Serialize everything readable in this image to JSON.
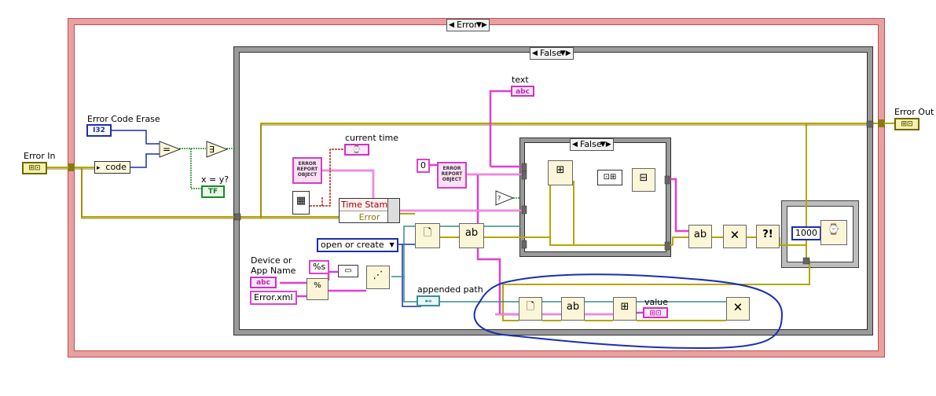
{
  "case_structures": {
    "outer": {
      "selector": "Error"
    },
    "inner": {
      "selector": "False"
    },
    "small": {
      "selector": "False"
    }
  },
  "labels": {
    "error_in": "Error In",
    "error_out": "Error Out",
    "error_code_erase": "Error Code Erase",
    "x_eq_y": "x = y?",
    "current_time": "current time",
    "text": "text",
    "device_or": "Device or",
    "app_name": "App Name",
    "appended_path": "appended path",
    "value": "value"
  },
  "terminals": {
    "error_in_type": "⊞⊡",
    "error_out_type": "⊞⊡",
    "i32": "I32",
    "tf": "TF",
    "abc": "abc",
    "time": "⌚"
  },
  "nodes": {
    "unbundle_code": "code",
    "time_stamp": "Time Stamp",
    "error_field": "Error",
    "error_report_object_1": [
      "ERROR",
      "REPORT",
      "OBJECT"
    ],
    "error_report_object_2": [
      "ERROR",
      "REPORT",
      "OBJECT"
    ]
  },
  "constants": {
    "open_or_create": "open or create",
    "format_s": "%s",
    "error_xml": "Error.xml",
    "zero": "0",
    "wait_ms": "1000"
  },
  "colors": {
    "error_wire": "#b5a600",
    "string_wire": "#e040d0",
    "numeric_wire": "#1a2fb0",
    "boolean_wire": "#1a8a2a",
    "refnum_wire": "#3a8a8a",
    "path_wire": "#3a9090",
    "annotation": "#1a2fb0",
    "outer_case_border": "#e8a0a0"
  }
}
